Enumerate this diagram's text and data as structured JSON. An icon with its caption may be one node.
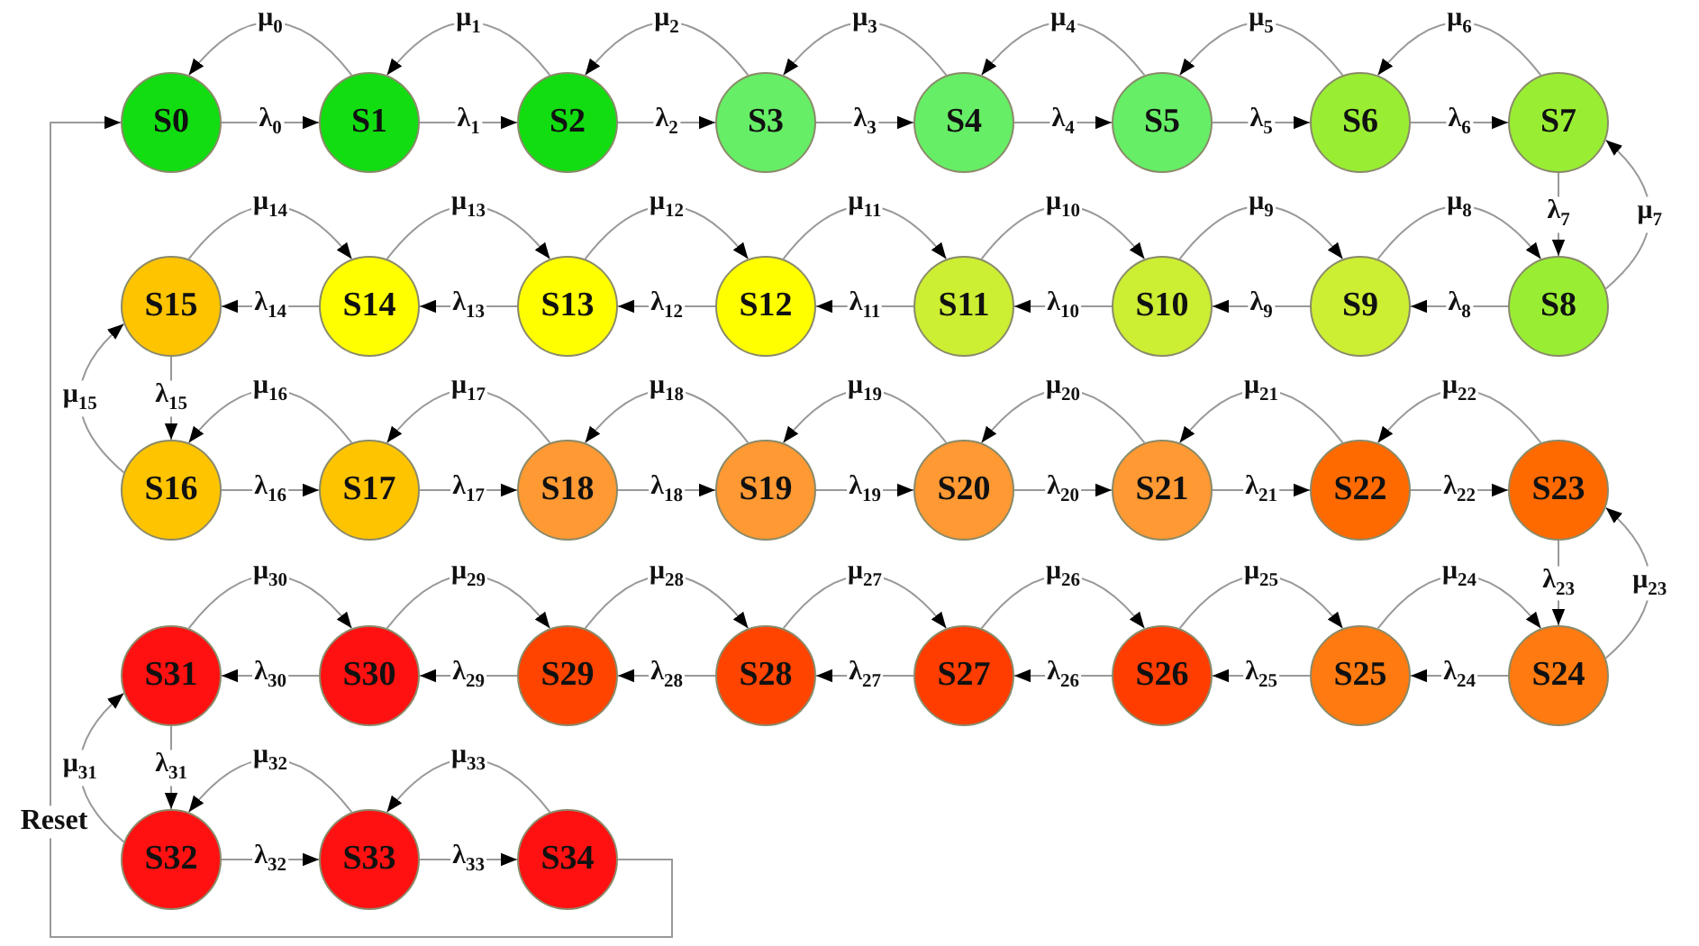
{
  "diagram": {
    "nodes": [
      {
        "text": [
          "S0"
        ]
      },
      {
        "text": [
          "S1"
        ]
      },
      {
        "text": [
          "S2"
        ]
      },
      {
        "text": [
          "S3"
        ]
      },
      {
        "text": [
          "S4"
        ]
      },
      {
        "text": [
          "S5"
        ]
      },
      {
        "text": [
          "S6"
        ]
      },
      {
        "text": [
          "S7"
        ]
      },
      {
        "text": [
          "S8"
        ]
      },
      {
        "text": [
          "S9"
        ]
      },
      {
        "text": [
          "S10"
        ]
      },
      {
        "text": [
          "S11"
        ]
      },
      {
        "text": [
          "S12"
        ]
      },
      {
        "text": [
          "S13"
        ]
      },
      {
        "text": [
          "S14"
        ]
      },
      {
        "text": [
          "S15"
        ]
      },
      {
        "text": [
          "S16"
        ]
      },
      {
        "text": [
          "S17"
        ]
      },
      {
        "text": [
          "S18"
        ]
      },
      {
        "text": [
          "S19"
        ]
      },
      {
        "text": [
          "S20"
        ]
      },
      {
        "text": [
          "S21"
        ]
      },
      {
        "text": [
          "S22"
        ]
      },
      {
        "text": [
          "S23"
        ]
      },
      {
        "text": [
          "S24"
        ]
      },
      {
        "text": [
          "S25"
        ]
      },
      {
        "text": [
          "S26"
        ]
      },
      {
        "text": [
          "S27"
        ]
      },
      {
        "text": [
          "S28"
        ]
      },
      {
        "text": [
          "S29"
        ]
      },
      {
        "text": [
          "S30"
        ]
      },
      {
        "text": [
          "S31"
        ]
      },
      {
        "text": [
          "S32"
        ]
      },
      {
        "text": [
          "S33"
        ]
      },
      {
        "text": [
          "S34"
        ]
      }
    ],
    "edges": [
      {
        "from": 0,
        "to": 1,
        "arrow": "to",
        "label": "λ$_{0}$"
      },
      {
        "from": 1,
        "to": 0,
        "arrow": "to",
        "label": "μ$_{0}$"
      },
      {
        "from": 1,
        "to": 2,
        "arrow": "to",
        "label": "λ$_{1}$"
      },
      {
        "from": 2,
        "to": 1,
        "arrow": "to",
        "label": "μ$_{1}$"
      },
      {
        "from": 2,
        "to": 3,
        "arrow": "to",
        "label": "λ$_{2}$"
      },
      {
        "from": 3,
        "to": 2,
        "arrow": "to",
        "label": "μ$_{2}$"
      },
      {
        "from": 3,
        "to": 4,
        "arrow": "to",
        "label": "λ$_{3}$"
      },
      {
        "from": 4,
        "to": 3,
        "arrow": "to",
        "label": "μ$_{3}$"
      },
      {
        "from": 4,
        "to": 5,
        "arrow": "to",
        "label": "λ$_{4}$"
      },
      {
        "from": 5,
        "to": 4,
        "arrow": "to",
        "label": "μ$_{4}$"
      },
      {
        "from": 5,
        "to": 6,
        "arrow": "to",
        "label": "λ$_{5}$"
      },
      {
        "from": 6,
        "to": 5,
        "arrow": "to",
        "label": "μ$_{5}$"
      },
      {
        "from": 6,
        "to": 7,
        "arrow": "to",
        "label": "λ$_{6}$"
      },
      {
        "from": 7,
        "to": 6,
        "arrow": "to",
        "label": "μ$_{6}$"
      },
      {
        "from": 7,
        "to": 8,
        "arrow": "to",
        "label": "λ$_{7}$"
      },
      {
        "from": 8,
        "to": 7,
        "arrow": "to",
        "label": "μ$_{7}$"
      },
      {
        "from": 8,
        "to": 9,
        "arrow": "to",
        "label": "λ$_{8}$"
      },
      {
        "from": 9,
        "to": 8,
        "arrow": "to",
        "label": "μ$_{8}$"
      },
      {
        "from": 9,
        "to": 10,
        "arrow": "to",
        "label": "λ$_{9}$"
      },
      {
        "from": 10,
        "to": 9,
        "arrow": "to",
        "label": "μ$_{9}$"
      },
      {
        "from": 10,
        "to": 11,
        "arrow": "to",
        "label": "λ$_{10}$"
      },
      {
        "from": 11,
        "to": 10,
        "arrow": "to",
        "label": "μ$_{10}$"
      },
      {
        "from": 11,
        "to": 12,
        "arrow": "to",
        "label": "λ$_{11}$"
      },
      {
        "from": 12,
        "to": 11,
        "arrow": "to",
        "label": "μ$_{11}$"
      },
      {
        "from": 12,
        "to": 13,
        "arrow": "to",
        "label": "λ$_{12}$"
      },
      {
        "from": 13,
        "to": 12,
        "arrow": "to",
        "label": "μ$_{12}$"
      },
      {
        "from": 13,
        "to": 14,
        "arrow": "to",
        "label": "λ$_{13}$"
      },
      {
        "from": 14,
        "to": 13,
        "arrow": "to",
        "label": "μ$_{13}$"
      },
      {
        "from": 14,
        "to": 15,
        "arrow": "to",
        "label": "λ$_{14}$"
      },
      {
        "from": 15,
        "to": 14,
        "arrow": "to",
        "label": "μ$_{14}$"
      },
      {
        "from": 15,
        "to": 16,
        "arrow": "to",
        "label": "λ$_{15}$"
      },
      {
        "from": 16,
        "to": 15,
        "arrow": "to",
        "label": "μ$_{15}$"
      },
      {
        "from": 16,
        "to": 17,
        "arrow": "to",
        "label": "λ$_{16}$"
      },
      {
        "from": 17,
        "to": 16,
        "arrow": "to",
        "label": "μ$_{16}$"
      },
      {
        "from": 17,
        "to": 18,
        "arrow": "to",
        "label": "λ$_{17}$"
      },
      {
        "from": 18,
        "to": 17,
        "arrow": "to",
        "label": "μ$_{17}$"
      },
      {
        "from": 18,
        "to": 19,
        "arrow": "to",
        "label": "λ$_{18}$"
      },
      {
        "from": 19,
        "to": 18,
        "arrow": "to",
        "label": "μ$_{18}$"
      },
      {
        "from": 19,
        "to": 20,
        "arrow": "to",
        "label": "λ$_{19}$"
      },
      {
        "from": 20,
        "to": 19,
        "arrow": "to",
        "label": "μ$_{19}$"
      },
      {
        "from": 20,
        "to": 21,
        "arrow": "to",
        "label": "λ$_{20}$"
      },
      {
        "from": 21,
        "to": 20,
        "arrow": "to",
        "label": "μ$_{20}$"
      },
      {
        "from": 21,
        "to": 22,
        "arrow": "to",
        "label": "λ$_{21}$"
      },
      {
        "from": 22,
        "to": 21,
        "arrow": "to",
        "label": "μ$_{21}$"
      },
      {
        "from": 22,
        "to": 23,
        "arrow": "to",
        "label": "λ$_{22}$"
      },
      {
        "from": 23,
        "to": 22,
        "arrow": "to",
        "label": "μ$_{22}$"
      },
      {
        "from": 23,
        "to": 24,
        "arrow": "to",
        "label": "λ$_{23}$"
      },
      {
        "from": 24,
        "to": 23,
        "arrow": "to",
        "label": "μ$_{23}$"
      },
      {
        "from": 24,
        "to": 25,
        "arrow": "to",
        "label": "λ$_{24}$"
      },
      {
        "from": 25,
        "to": 24,
        "arrow": "to",
        "label": "μ$_{24}$"
      },
      {
        "from": 25,
        "to": 26,
        "arrow": "to",
        "label": "λ$_{25}$"
      },
      {
        "from": 26,
        "to": 25,
        "arrow": "to",
        "label": "μ$_{25}$"
      },
      {
        "from": 26,
        "to": 27,
        "arrow": "to",
        "label": "λ$_{26}$"
      },
      {
        "from": 27,
        "to": 26,
        "arrow": "to",
        "label": "μ$_{26}$"
      },
      {
        "from": 27,
        "to": 28,
        "arrow": "to",
        "label": "λ$_{27}$"
      },
      {
        "from": 28,
        "to": 27,
        "arrow": "to",
        "label": "μ$_{27}$"
      },
      {
        "from": 28,
        "to": 29,
        "arrow": "to",
        "label": "λ$_{28}$"
      },
      {
        "from": 29,
        "to": 28,
        "arrow": "to",
        "label": "μ$_{28}$"
      },
      {
        "from": 29,
        "to": 30,
        "arrow": "to",
        "label": "λ$_{29}$"
      },
      {
        "from": 30,
        "to": 29,
        "arrow": "to",
        "label": "μ$_{29}$"
      },
      {
        "from": 30,
        "to": 31,
        "arrow": "to",
        "label": "λ$_{30}$"
      },
      {
        "from": 31,
        "to": 30,
        "arrow": "to",
        "label": "μ$_{30}$"
      },
      {
        "from": 31,
        "to": 32,
        "arrow": "to",
        "label": "λ$_{31}$"
      },
      {
        "from": 32,
        "to": 31,
        "arrow": "to",
        "label": "μ$_{31}$"
      },
      {
        "from": 32,
        "to": 33,
        "arrow": "to",
        "label": "λ$_{32}$"
      },
      {
        "from": 33,
        "to": 32,
        "arrow": "to",
        "label": "μ$_{32}$"
      },
      {
        "from": 33,
        "to": 34,
        "arrow": "to",
        "label": "λ$_{33}$"
      },
      {
        "from": 34,
        "to": 33,
        "arrow": "to",
        "label": "μ$_{33}$"
      },
      {
        "from": 34,
        "to": 0,
        "arrow": "to",
        "label": "Reset"
      }
    ]
  }
}
